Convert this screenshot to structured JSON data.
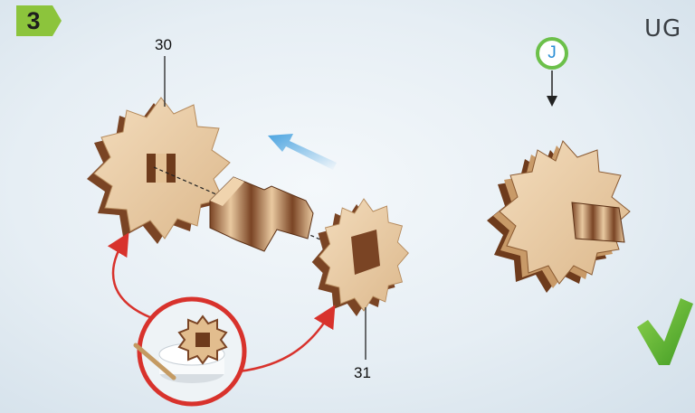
{
  "step": {
    "number": "3",
    "color": "#8cc43c"
  },
  "brand": {
    "text": "UG"
  },
  "labels": {
    "part_30": "30",
    "part_31": "31"
  },
  "callout": {
    "letter": "J",
    "ring_color": "#6cc04a",
    "text_color": "#2a8fd6"
  },
  "colors": {
    "wood_light": "#e9c9a0",
    "wood_dark": "#6e3b1c",
    "red_arrow": "#d8322c",
    "blue_arrow": "#4aa3e0",
    "check": "#6cbf3a"
  }
}
